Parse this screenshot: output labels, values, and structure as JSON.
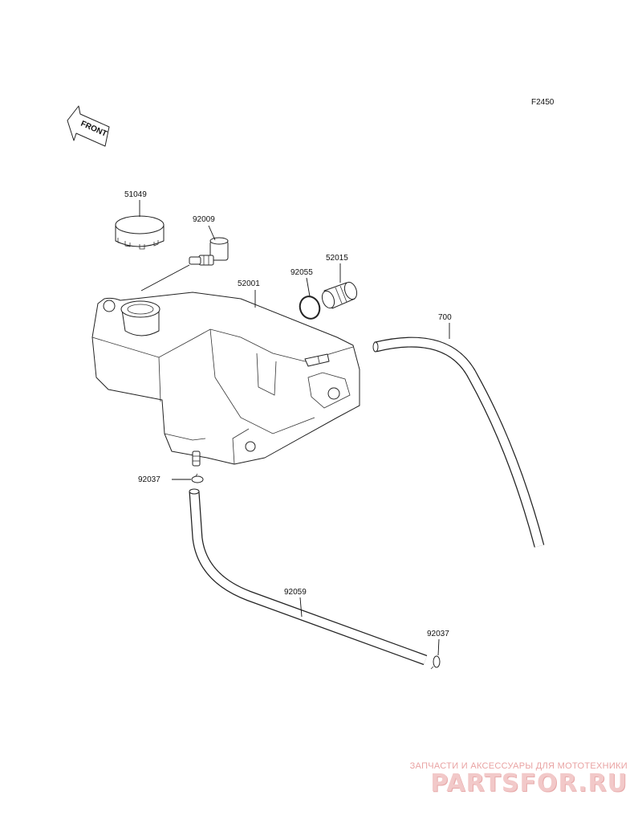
{
  "figure_code": "F2450",
  "front_label": "FRONT",
  "parts": {
    "cap": "51049",
    "fitting": "92009",
    "tank": "52001",
    "o_ring": "92055",
    "cap_small": "52015",
    "hose_overflow": "700",
    "clamp_top": "92037",
    "hose_drain": "92059",
    "clamp_bottom": "92037"
  },
  "watermark": {
    "tagline": "ЗАПЧАСТИ И АКСЕССУАРЫ ДЛЯ МОТОТЕХНИКИ",
    "logo": "PARTSFOR.RU"
  }
}
